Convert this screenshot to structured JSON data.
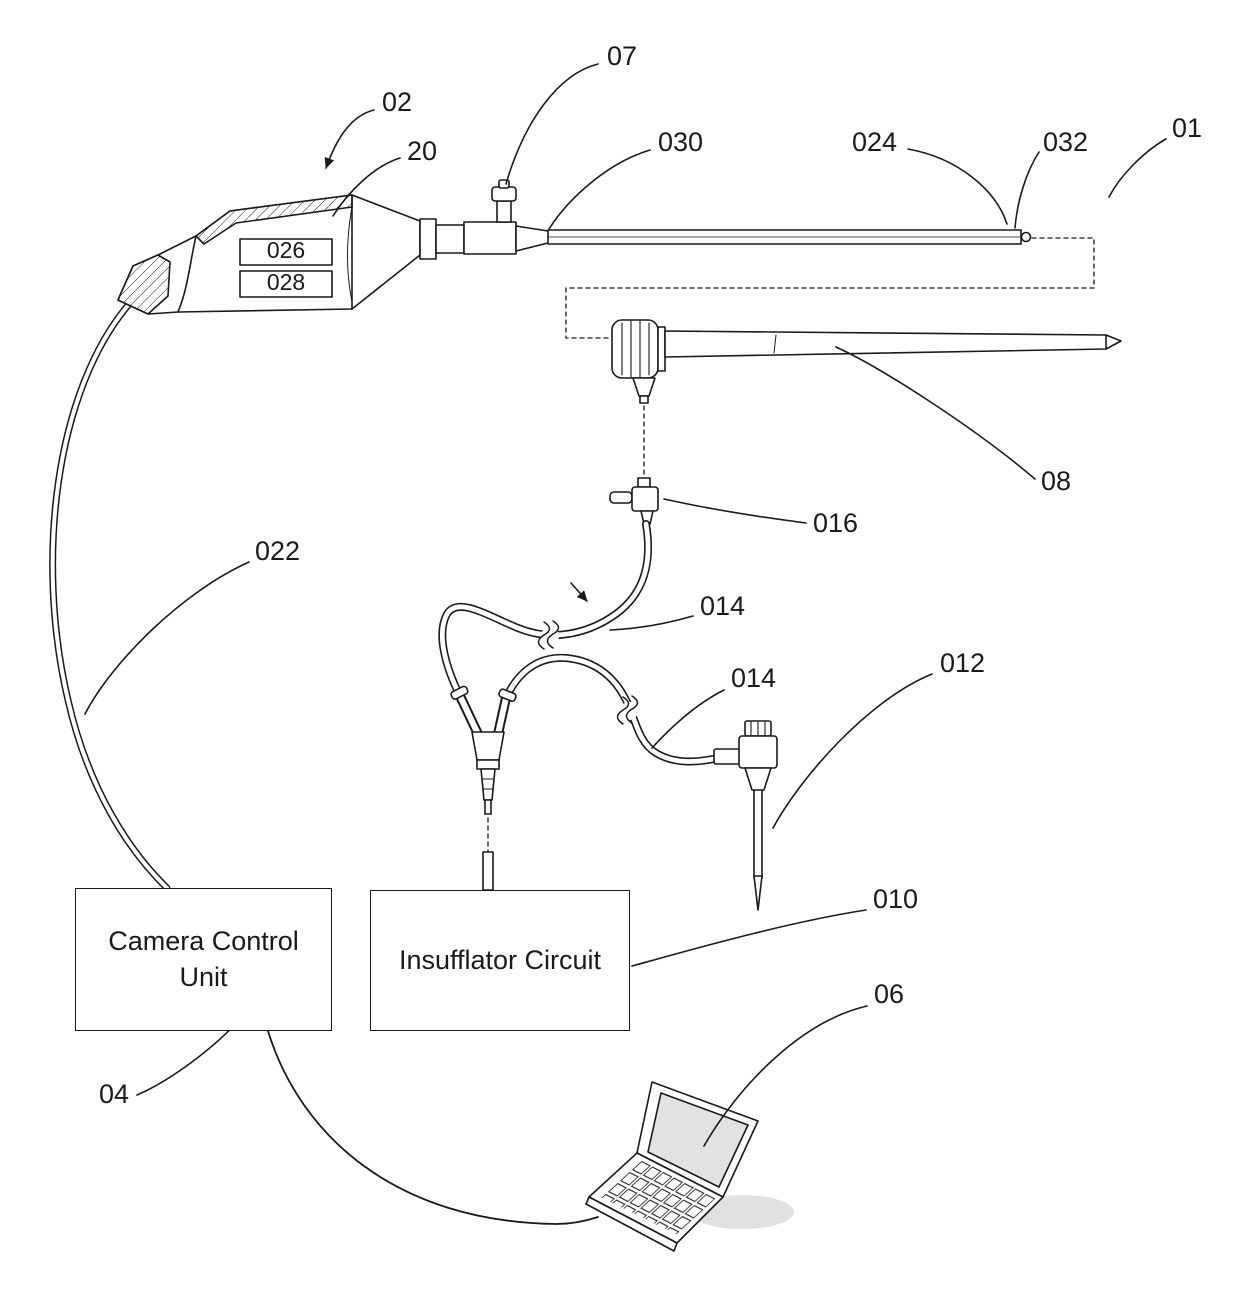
{
  "figure": {
    "type": "patent-line-drawing",
    "background": "#ffffff",
    "ink": "#1a1a1a",
    "description": "Laparoscopic system schematic: camera head with scope, trocar, insufflation tubing, needle, camera control unit, insufflator circuit and laptop"
  },
  "labels": {
    "n01": "01",
    "n02": "02",
    "n04": "04",
    "n06": "06",
    "n07": "07",
    "n08": "08",
    "n010": "010",
    "n012": "012",
    "n014a": "014",
    "n014b": "014",
    "n016": "016",
    "n020": "20",
    "n022": "022",
    "n024": "024",
    "n026": "026",
    "n028": "028",
    "n030": "030",
    "n032": "032"
  },
  "boxes": {
    "camera_control_unit": "Camera Control Unit",
    "insufflator_circuit": "Insufflator Circuit"
  }
}
